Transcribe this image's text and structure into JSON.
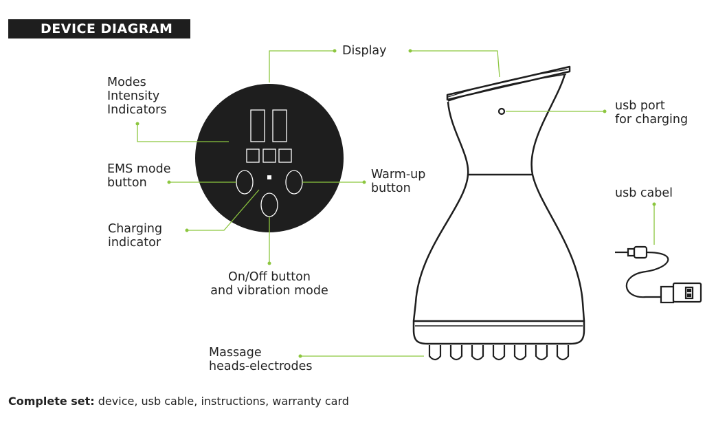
{
  "header": {
    "title": "DEVICE DIAGRAM"
  },
  "labels": {
    "modes": "Modes\nIntensity\nIndicators",
    "display": "Display",
    "usb_port": "usb port\nfor charging",
    "ems": "EMS mode\nbutton",
    "warmup": "Warm-up\nbutton",
    "usb_cable": "usb cabel",
    "charging": "Charging\nindicator",
    "onoff": "On/Off button\nand vibration mode",
    "heads": "Massage\nheads-electrodes"
  },
  "footer": {
    "bold": "Complete set:",
    "text": " device, usb cable, instructions, warranty card"
  },
  "colors": {
    "accent": "#8cc63f",
    "ink": "#1e1e1e"
  }
}
